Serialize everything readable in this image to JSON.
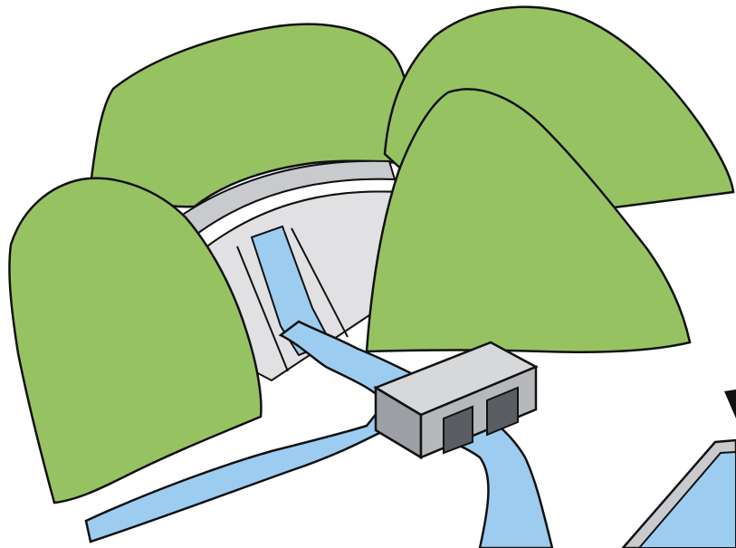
{
  "diagram": {
    "subject": "dam-with-reservoir-illustration",
    "colors": {
      "hill_fill": "#97c262",
      "hill_stroke": "#111111",
      "water_fill": "#9ccdf0",
      "dam_face_fill": "#e1e1e3",
      "dam_crest_fill": "#c9cacd",
      "structure_top_fill": "#d7d8da",
      "structure_side_fill": "#9c9fa3",
      "structure_dark_fill": "#5a5d61",
      "background": "#ffffff"
    },
    "elements": [
      {
        "name": "back-hill",
        "kind": "hill"
      },
      {
        "name": "right-back-hill",
        "kind": "hill"
      },
      {
        "name": "right-front-hill",
        "kind": "hill"
      },
      {
        "name": "left-hill",
        "kind": "hill"
      },
      {
        "name": "dam-wall",
        "kind": "arch-dam"
      },
      {
        "name": "spillway-channel",
        "kind": "water"
      },
      {
        "name": "river",
        "kind": "water"
      },
      {
        "name": "powerhouse",
        "kind": "building"
      },
      {
        "name": "reservoir-pool",
        "kind": "water"
      },
      {
        "name": "flow-arrow-icon",
        "kind": "arrow"
      }
    ]
  }
}
